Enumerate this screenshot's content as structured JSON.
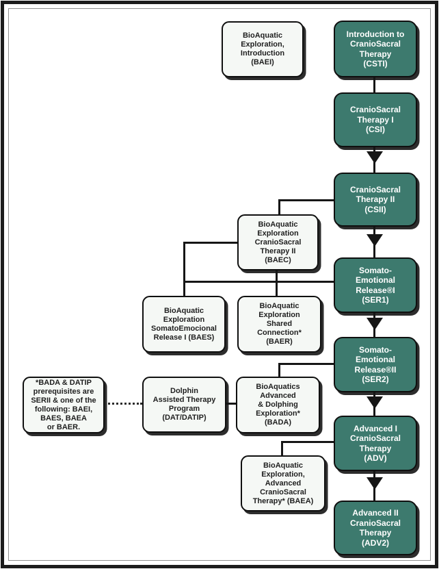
{
  "colors": {
    "teal_box_fill": "#3d7a6e",
    "white_box_fill": "#f5f8f5",
    "box_border": "#0f0f0f",
    "connector_line": "#161616",
    "teal_box_text": "#ffffff",
    "white_box_text": "#1f1f1f"
  },
  "nodes": {
    "baei": {
      "label": "BioAquatic\nExploration,\nIntroduction\n(BAEI)"
    },
    "csti": {
      "label": "Introduction to\nCranioSacral\nTherapy\n(CSTI)"
    },
    "csi": {
      "label": "CranioSacral\nTherapy I\n(CSI)"
    },
    "csii": {
      "label": "CranioSacral\nTherapy II\n(CSII)"
    },
    "baec": {
      "label": "BioAquatic\nExploration\nCranioSacral\nTherapy II\n(BAEC)"
    },
    "ser1": {
      "label": "Somato-\nEmotional\nRelease®I\n(SER1)"
    },
    "baes": {
      "label": "BioAquatic\nExploration\nSomatoEmocional\nRelease I (BAES)"
    },
    "baer": {
      "label": "BioAquatic\nExploration\nShared\nConnection*\n(BAER)"
    },
    "note": {
      "label": "*BADA & DATIP\nprerequisites are\nSERII & one of the\nfollowing: BAEI,\nBAES, BAEA\nor BAER."
    },
    "dat": {
      "label": "Dolphin\nAssisted Therapy\nProgram\n(DAT/DATIP)"
    },
    "bada": {
      "label": "BioAquatics\nAdvanced\n& Dolphing\nExploration*\n(BADA)"
    },
    "ser2": {
      "label": "Somato-\nEmotional\nRelease®II\n(SER2)"
    },
    "baea": {
      "label": "BioAquatic\nExploration,\nAdvanced\nCranioSacral\nTherapy* (BAEA)"
    },
    "adv": {
      "label": "Advanced I\nCranioSacral\nTherapy\n(ADV)"
    },
    "adv2": {
      "label": "Advanced II\nCranioSacral\nTherapy\n(ADV2)"
    }
  }
}
